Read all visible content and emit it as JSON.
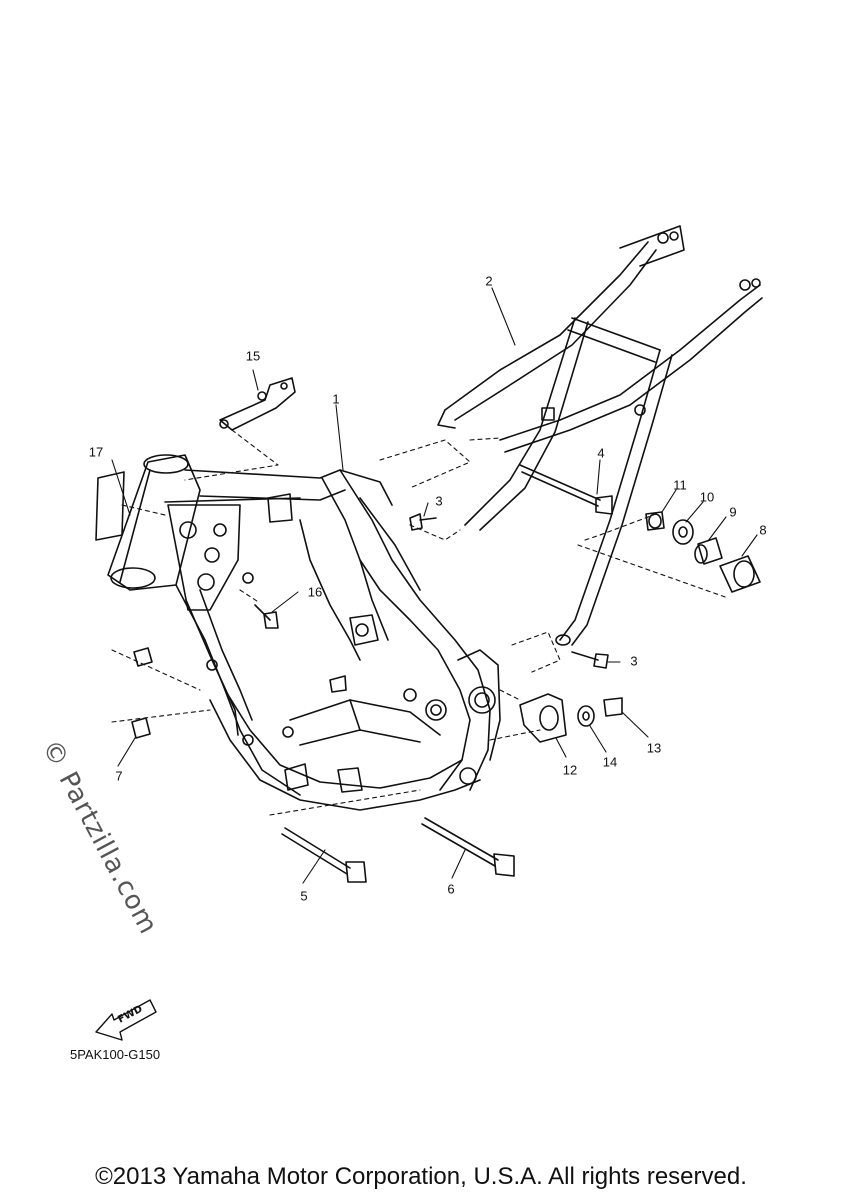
{
  "diagram": {
    "part_labels": {
      "p1": "1",
      "p2": "2",
      "p3a": "3",
      "p3b": "3",
      "p4": "4",
      "p5": "5",
      "p6": "6",
      "p7": "7",
      "p8": "8",
      "p9": "9",
      "p10": "10",
      "p11": "11",
      "p12": "12",
      "p13": "13",
      "p14": "14",
      "p15": "15",
      "p16": "16",
      "p17": "17"
    },
    "fwd_label": "FWD",
    "drawing_code": "5PAK100-G150",
    "watermark": "© Partzilla.com",
    "copyright": "©2013 Yamaha Motor Corporation, U.S.A. All rights reserved."
  }
}
